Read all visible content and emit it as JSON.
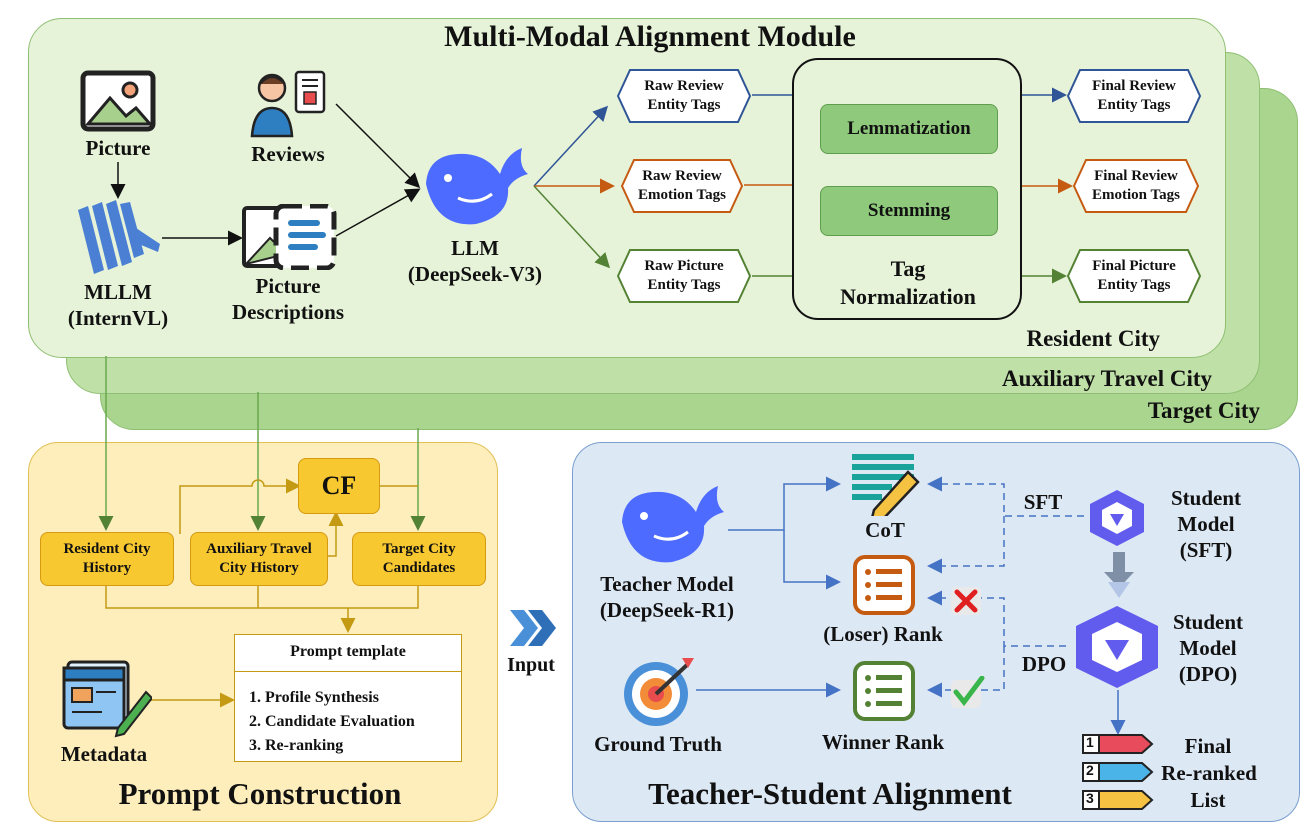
{
  "colors": {
    "green_panel": "#e6f3d8",
    "green_back": "#a9d58e",
    "yellow_panel": "#fdeebb",
    "blue_panel": "#dde8f5",
    "blue_arrow": "#2f5597",
    "orange_arrow": "#c55a11",
    "green_arrow": "#548235"
  },
  "alignment": {
    "title": "Multi-Modal Alignment Module",
    "picture_label": "Picture",
    "reviews_label": "Reviews",
    "mllm_label": "MLLM",
    "mllm_sub": "(InternVL)",
    "desc_line1": "Picture",
    "desc_line2": "Descriptions",
    "llm_label": "LLM",
    "llm_sub": "(DeepSeek-V3)",
    "raw_tags": [
      {
        "line1": "Raw Review",
        "line2": "Entity Tags"
      },
      {
        "line1": "Raw Review",
        "line2": "Emotion Tags"
      },
      {
        "line1": "Raw Picture",
        "line2": "Entity Tags"
      }
    ],
    "lemmatization": "Lemmatization",
    "stemming": "Stemming",
    "tagnorm_line1": "Tag",
    "tagnorm_line2": "Normalization",
    "final_tags": [
      {
        "line1": "Final Review",
        "line2": "Entity Tags"
      },
      {
        "line1": "Final Review",
        "line2": "Emotion Tags"
      },
      {
        "line1": "Final Picture",
        "line2": "Entity Tags"
      }
    ],
    "city_layers": [
      "Resident City",
      "Auxiliary Travel City",
      "Target City"
    ]
  },
  "prompt": {
    "title": "Prompt Construction",
    "cf": "CF",
    "resident": {
      "line1": "Resident City",
      "line2": "History"
    },
    "auxiliary": {
      "line1": "Auxiliary Travel",
      "line2": "City History"
    },
    "target": {
      "line1": "Target City",
      "line2": "Candidates"
    },
    "template_title": "Prompt template",
    "template_items": [
      "1. Profile Synthesis",
      "2. Candidate Evaluation",
      "3. Re-ranking"
    ],
    "metadata_label": "Metadata"
  },
  "input_label": "Input",
  "teacher": {
    "title": "Teacher-Student Alignment",
    "teacher_line1": "Teacher Model",
    "teacher_line2": "(DeepSeek-R1)",
    "cot": "CoT",
    "loser": "(Loser) Rank",
    "winner": "Winner Rank",
    "ground_truth": "Ground Truth",
    "sft": "SFT",
    "dpo": "DPO",
    "student_sft": [
      "Student",
      "Model",
      "(SFT)"
    ],
    "student_dpo": [
      "Student",
      "Model",
      "(DPO)"
    ],
    "final_list": [
      "Final",
      "Re-ranked",
      "List"
    ],
    "list_numbers": [
      "1",
      "2",
      "3"
    ]
  }
}
